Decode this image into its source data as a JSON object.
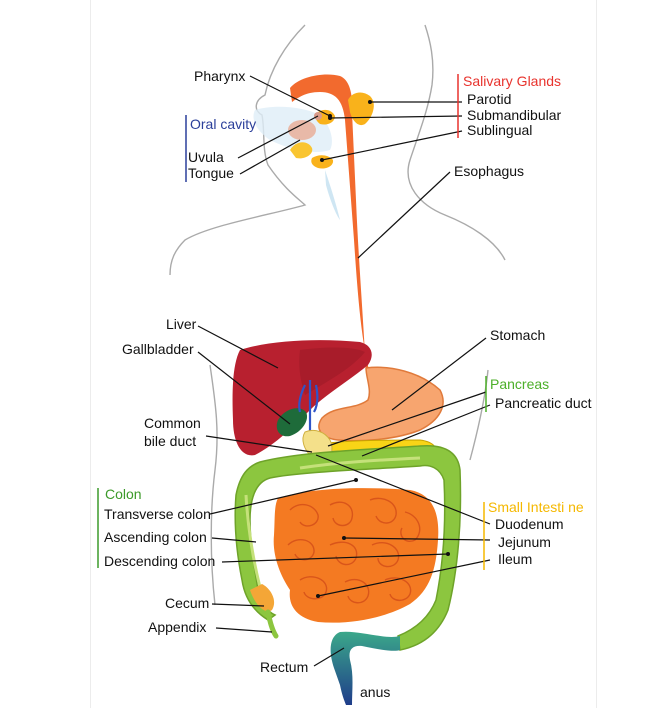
{
  "groups": {
    "salivary": {
      "title": "Salivary Glands",
      "color": "#e8332d",
      "items": [
        "Parotid",
        "Submandibular",
        "Sublingual"
      ]
    },
    "oral": {
      "title": "Oral cavity",
      "color": "#2b3f9a",
      "items": [
        "Uvula",
        "Tongue"
      ]
    },
    "pancreas": {
      "title": "Pancreas",
      "color": "#4caf29",
      "items": [
        "Pancreatic duct"
      ]
    },
    "colon": {
      "title": "Colon",
      "color": "#3c9a2a",
      "items": [
        "Transverse colon",
        "Ascending colon",
        "Descending colon"
      ]
    },
    "small_intestine": {
      "title": "Small Intesti ne",
      "color": "#f5b800",
      "items": [
        "Duodenum",
        "Jejunum",
        "Ileum"
      ]
    }
  },
  "labels": {
    "pharynx": "Pharynx",
    "esophagus": "Esophagus",
    "liver": "Liver",
    "gallbladder": "Gallbladder",
    "stomach": "Stomach",
    "common_bile_duct_1": "Common",
    "common_bile_duct_2": "bile duct",
    "cecum": "Cecum",
    "appendix": "Appendix",
    "rectum": "Rectum",
    "anus": "anus"
  },
  "colors": {
    "esophagus": "#f26a2e",
    "liver": "#b8202f",
    "stomach": "#f7a56f",
    "small_intestine": "#f47a22",
    "colon": "#8cc63f",
    "gallbladder": "#1e6b3a",
    "gland": "#f9b21b",
    "duct": "#2f54c8",
    "rectum": "#2e7a8a"
  }
}
